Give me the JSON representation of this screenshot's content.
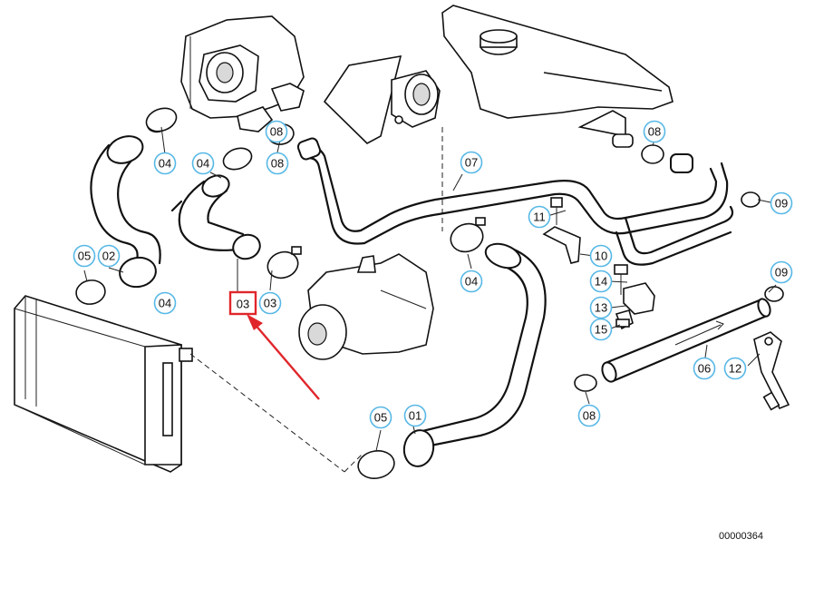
{
  "diagram": {
    "highlight_color": "#e0262b",
    "callout_color": "#57b8e6",
    "highlighted_label": "03",
    "document_code": "00000364",
    "callouts": [
      "04",
      "08",
      "04",
      "08",
      "08",
      "07",
      "09",
      "11",
      "10",
      "14",
      "13",
      "15",
      "09",
      "06",
      "12",
      "08",
      "05",
      "02",
      "03",
      "04",
      "04",
      "05",
      "01"
    ]
  }
}
